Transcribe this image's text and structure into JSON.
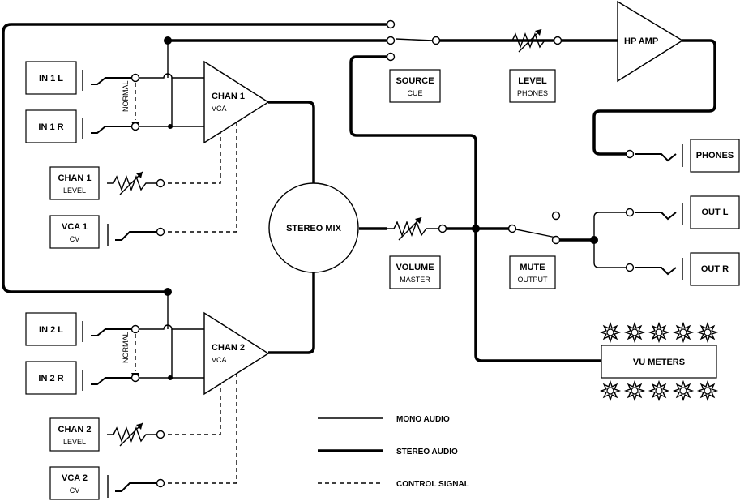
{
  "inputs": {
    "in1l": "IN 1 L",
    "in1r": "IN 1 R",
    "in2l": "IN 2 L",
    "in2r": "IN 2 R"
  },
  "normal_label": "NORMAL",
  "channels": {
    "chan1": {
      "title": "CHAN 1",
      "sub": "VCA"
    },
    "chan2": {
      "title": "CHAN 2",
      "sub": "VCA"
    }
  },
  "controls": {
    "chan1_level": {
      "title": "CHAN 1",
      "sub": "LEVEL"
    },
    "vca1_cv": {
      "title": "VCA 1",
      "sub": "CV"
    },
    "chan2_level": {
      "title": "CHAN 2",
      "sub": "LEVEL"
    },
    "vca2_cv": {
      "title": "VCA 2",
      "sub": "CV"
    },
    "source_cue": {
      "title": "SOURCE",
      "sub": "CUE"
    },
    "level_phones": {
      "title": "LEVEL",
      "sub": "PHONES"
    },
    "volume_master": {
      "title": "VOLUME",
      "sub": "MASTER"
    },
    "mute_output": {
      "title": "MUTE",
      "sub": "OUTPUT"
    }
  },
  "stereo_mix": "STEREO MIX",
  "hp_amp": "HP AMP",
  "outputs": {
    "phones": "PHONES",
    "out_l": "OUT L",
    "out_r": "OUT R"
  },
  "vu_meters": "VU METERS",
  "legend": {
    "mono": "MONO AUDIO",
    "stereo": "STEREO AUDIO",
    "control": "CONTROL SIGNAL"
  }
}
